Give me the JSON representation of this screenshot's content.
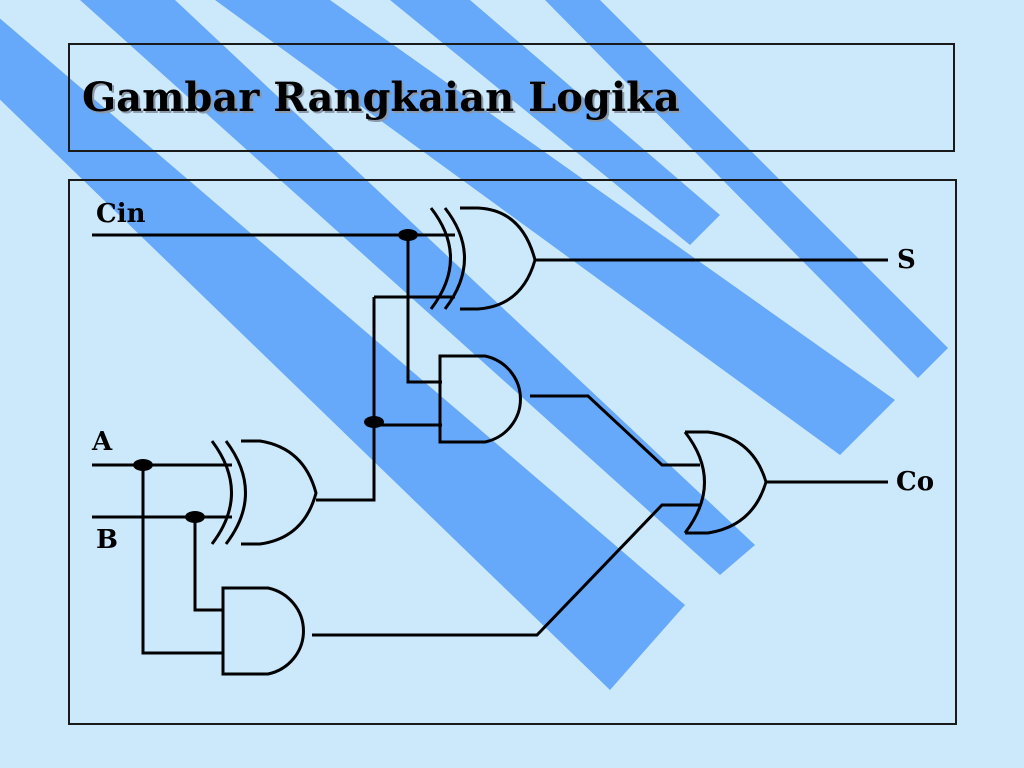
{
  "slide": {
    "title": "Gambar Rangkaian Logika",
    "colors": {
      "background": "#cce9fb",
      "stripe": "#66a8fa",
      "ink": "#000000"
    }
  },
  "diagram": {
    "inputs": {
      "cin": "Cin",
      "a": "A",
      "b": "B"
    },
    "outputs": {
      "sum": "S",
      "carry": "Co"
    },
    "gates": [
      "xor-gate",
      "xor-gate",
      "and-gate",
      "and-gate",
      "or-gate"
    ]
  }
}
